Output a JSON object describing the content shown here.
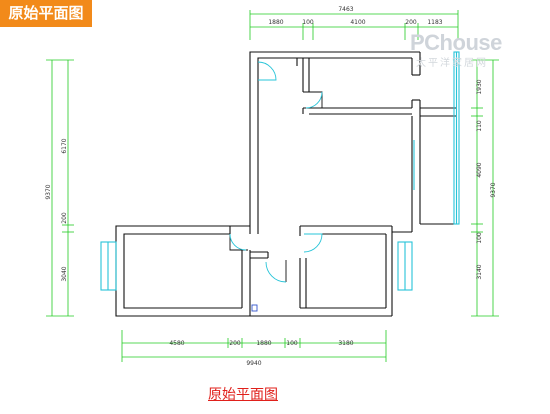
{
  "badge": "原始平面图",
  "caption": "原始平面图",
  "watermark": {
    "brand": "PChouse",
    "sub": "太平洋家居网"
  },
  "dimensions": {
    "top_total": "7463",
    "top_segments": [
      "1880",
      "100",
      "4100",
      "200",
      "1183"
    ],
    "bottom_total": "9940",
    "bottom_segments": [
      "4580",
      "200",
      "1880",
      "100",
      "3180"
    ],
    "left_total": "9370",
    "left_segments": [
      "6170",
      "200",
      "3040"
    ],
    "right_total": "9370",
    "right_segments": [
      "1930",
      "110",
      "4090",
      "100",
      "3140"
    ]
  },
  "colors": {
    "dimension_line": "#22cc22",
    "wall": "#111111",
    "window": "#27c4d8",
    "badge": "#f28a1a",
    "caption": "#e0201b"
  }
}
